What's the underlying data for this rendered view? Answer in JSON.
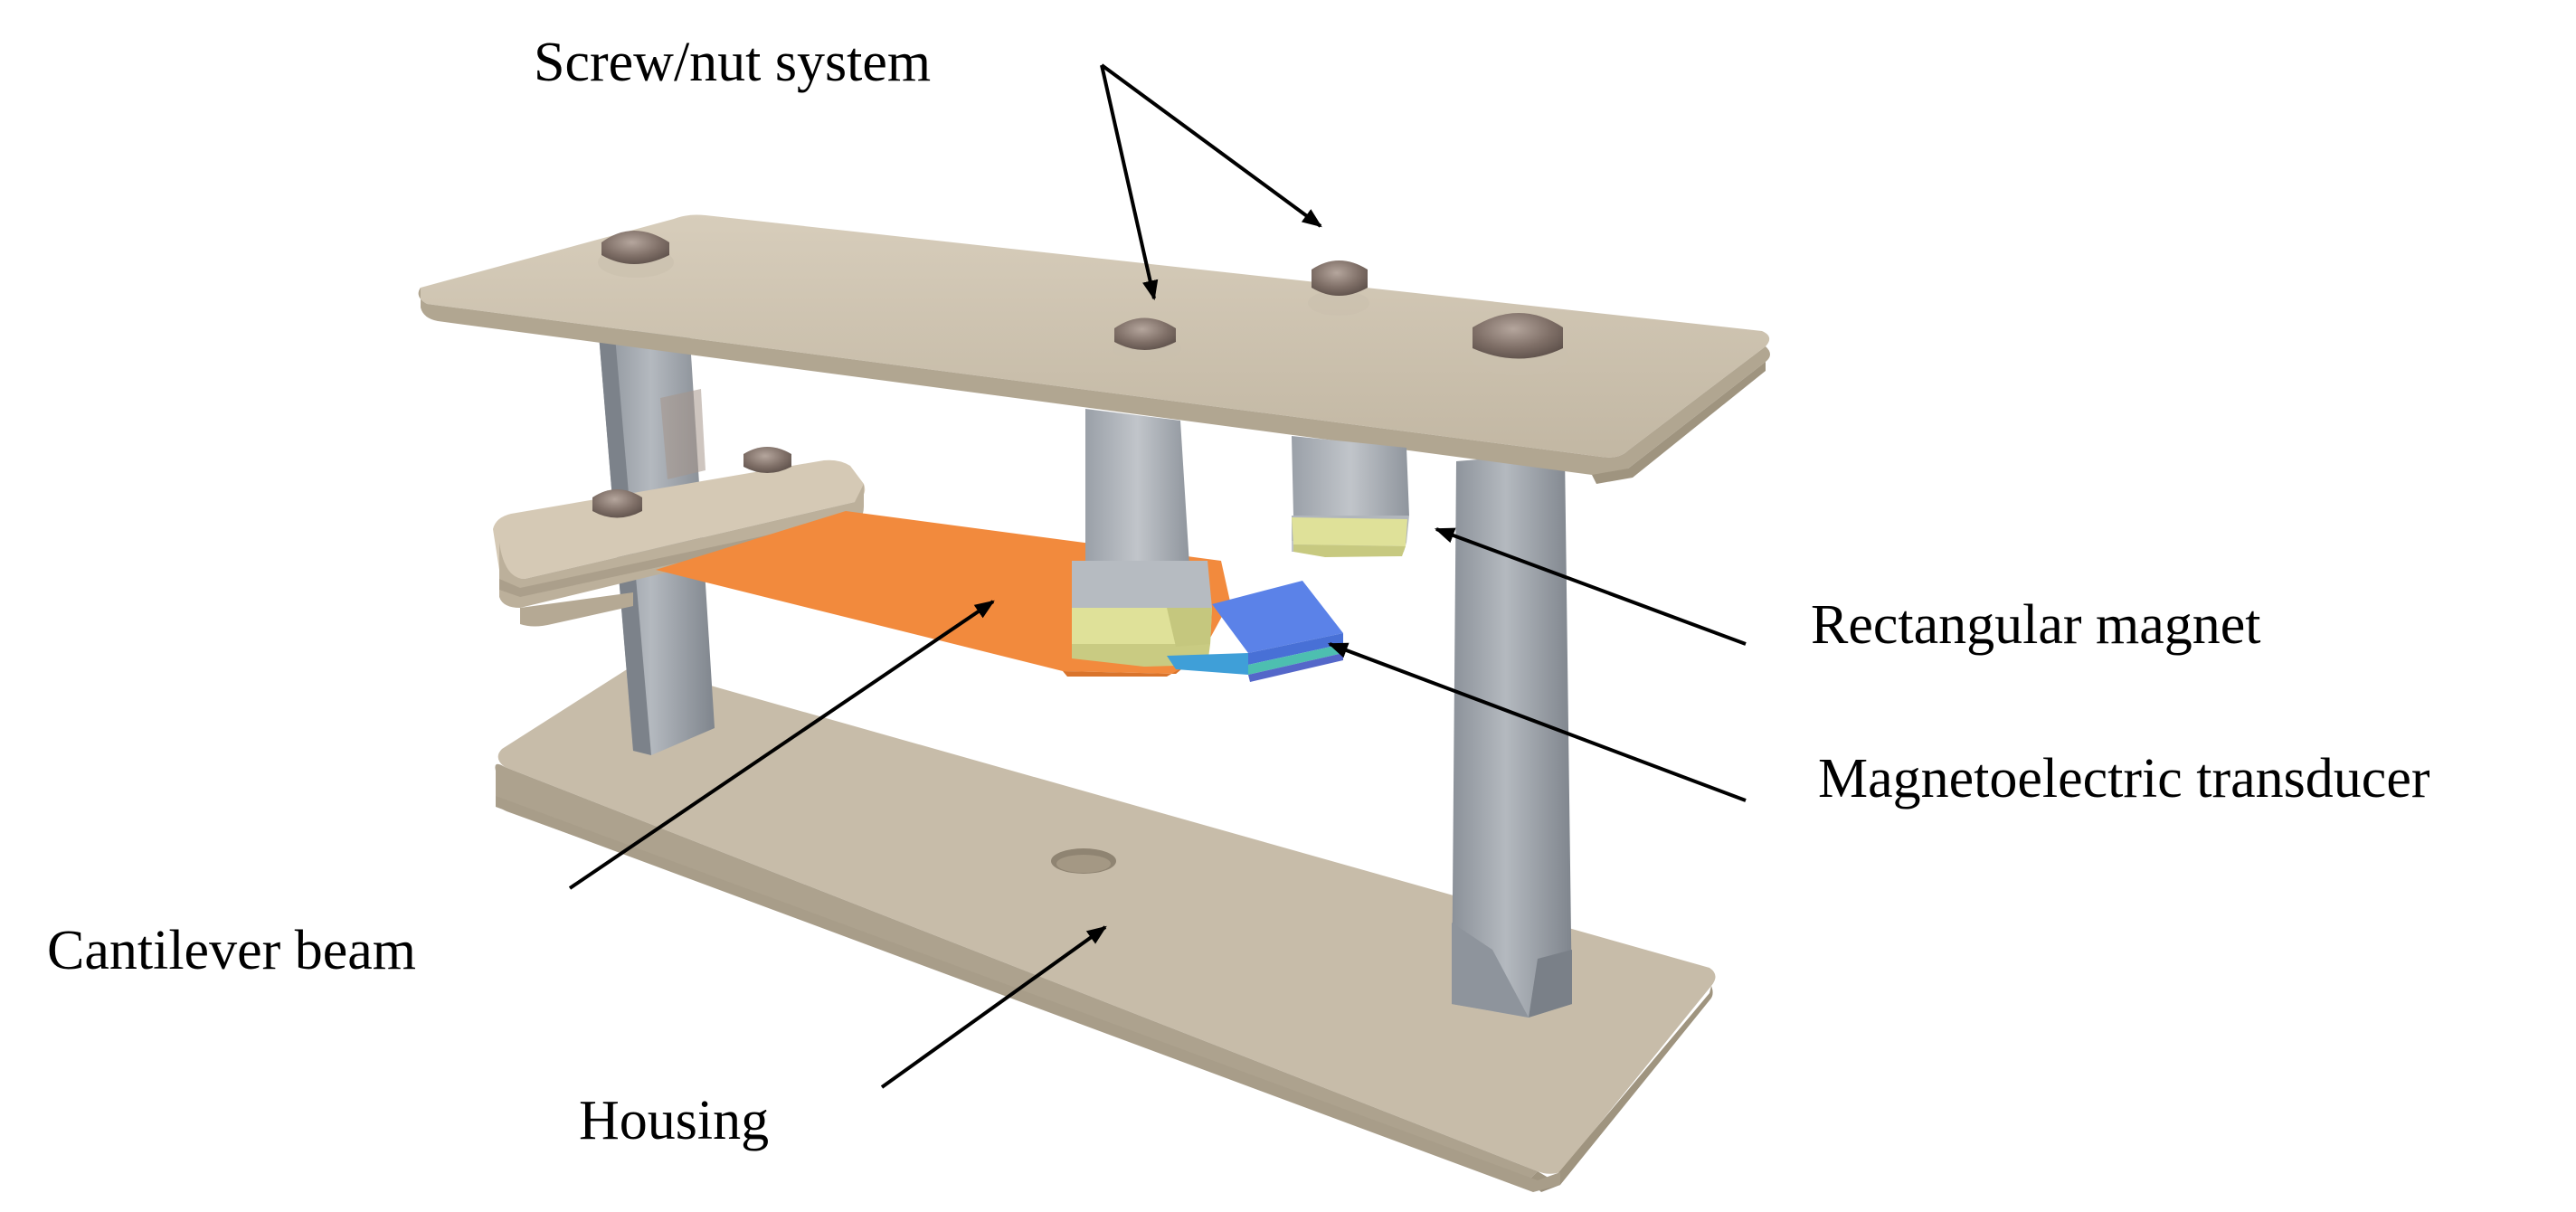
{
  "figure": {
    "labels": {
      "screw_nut": "Screw/nut system",
      "rectangular_magnet": "Rectangular magnet",
      "transducer": "Magnetoelectric transducer",
      "cantilever": "Cantilever beam",
      "housing": "Housing"
    },
    "colors": {
      "housing": "#c9bfac",
      "housing_edge": "#a99e8b",
      "housing_side": "#b3a894",
      "post": "#9ea4ab",
      "post_dark": "#848a92",
      "clamp": "#cdbfa9",
      "cantilever": "#f28a3d",
      "magnet_face": "#dadc9a",
      "transducer_top": "#5b82e8",
      "transducer_layer": "#4dbfb0",
      "screw_head": "#8a7a72",
      "arrow": "#000000"
    }
  }
}
